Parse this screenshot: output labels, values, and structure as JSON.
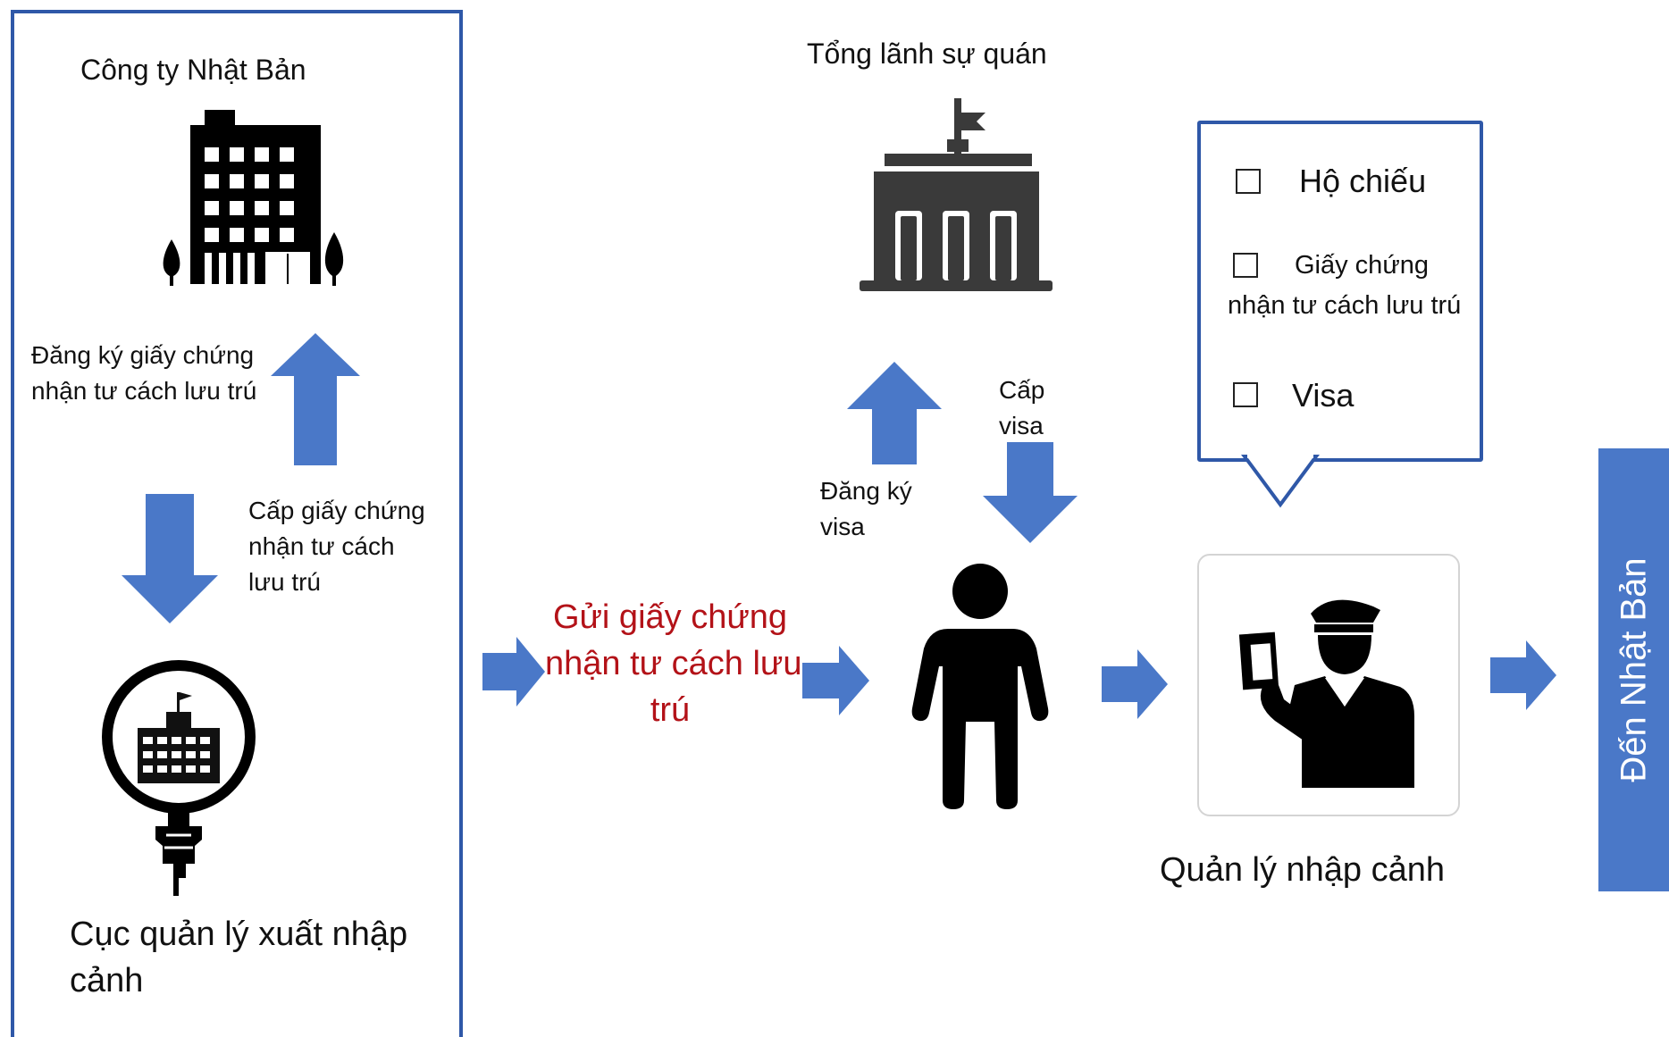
{
  "left_panel": {
    "company_label": "Công ty Nhật Bản",
    "apply_coe_label": [
      "Đăng ký giấy chứng",
      "nhận tư cách lưu trú"
    ],
    "issue_coe_label": [
      "Cấp giấy chứng",
      "nhận tư cách",
      "lưu trú"
    ],
    "immigration_bureau_label": [
      "Cục quản lý xuất nhập",
      "cảnh"
    ]
  },
  "send_coe_label": [
    "Gửi giấy chứng",
    "nhận tư cách lưu",
    "trú"
  ],
  "consulate": {
    "label": "Tổng lãnh sự quán",
    "apply_visa_label": [
      "Đăng ký",
      "visa"
    ],
    "issue_visa_label": [
      "Cấp",
      "visa"
    ]
  },
  "checklist": {
    "items": [
      {
        "label": [
          "Hộ chiếu"
        ]
      },
      {
        "label": [
          "Giấy chứng",
          "nhận tư cách lưu trú"
        ]
      },
      {
        "label": [
          "Visa"
        ]
      }
    ]
  },
  "immigration_control_label": "Quản lý nhập cảnh",
  "destination_label": "Đến Nhật Bản",
  "colors": {
    "arrow": "#4a78c8",
    "panel_border": "#2f58a8",
    "highlight_text": "#b31218",
    "icon": "#000000",
    "consulate_icon": "#3a3a3a"
  },
  "icons": {
    "company": "office-building-icon",
    "bureau": "magnifier-government-building-icon",
    "consulate": "consulate-building-icon",
    "person": "person-icon",
    "officer": "immigration-officer-icon"
  }
}
